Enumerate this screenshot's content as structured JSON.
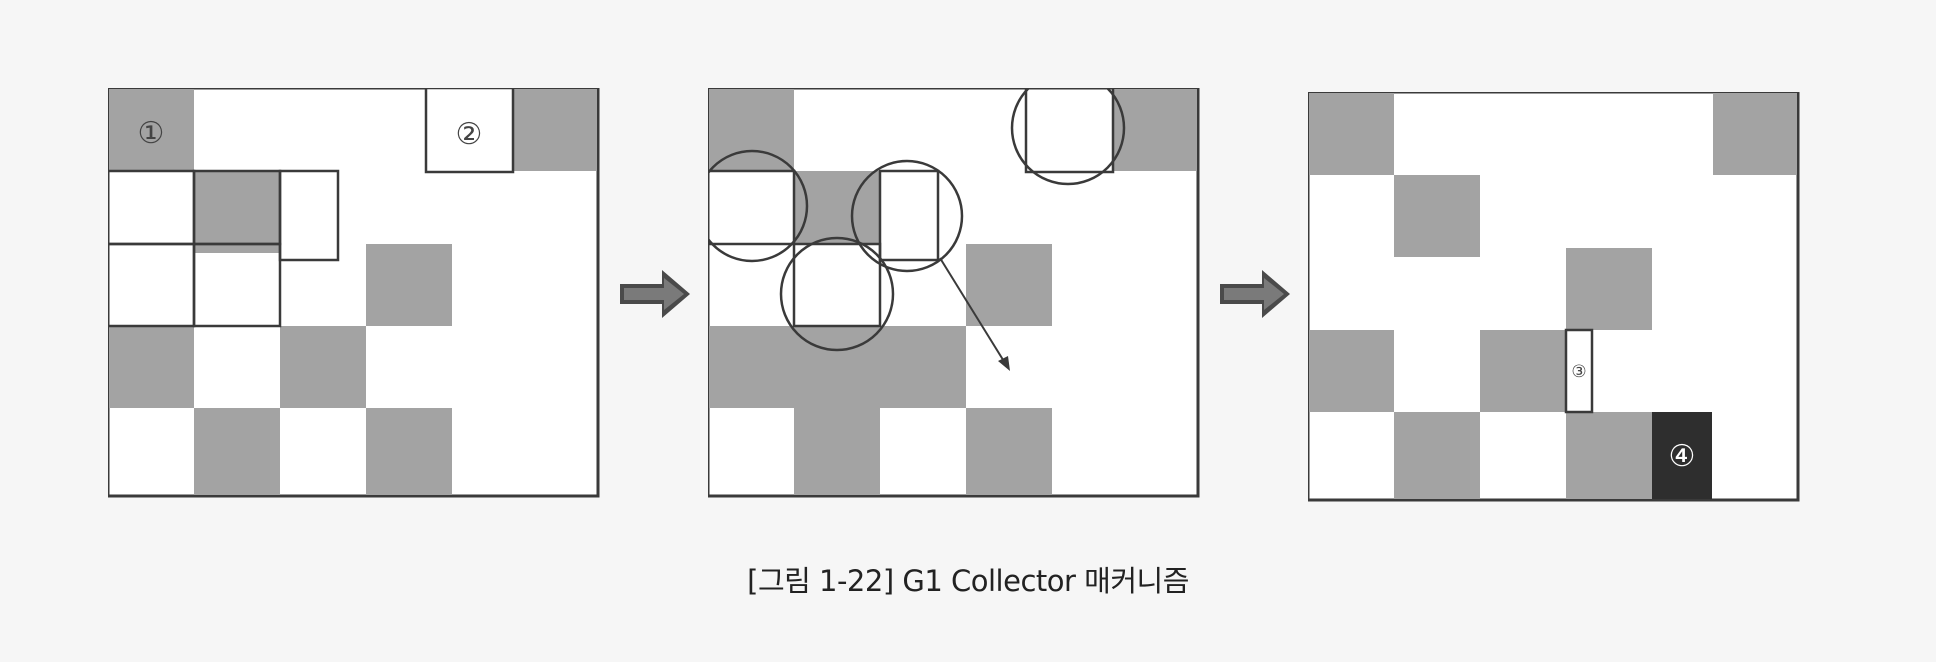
{
  "figure": {
    "caption": "[그림 1-22] G1 Collector 매커니즘",
    "panels": [
      {
        "labels": [
          "①",
          "②"
        ]
      },
      {
        "labels": []
      },
      {
        "labels": [
          "③",
          "④"
        ]
      }
    ]
  },
  "colors": {
    "background": "#f6f6f6",
    "grid_fill": "#ffffff",
    "occupied_region": "#a3a3a3",
    "old_region": "#2e2e2e",
    "outline": "#3a3a3a"
  },
  "icons": {
    "transition_arrow": "right-arrow-icon"
  }
}
